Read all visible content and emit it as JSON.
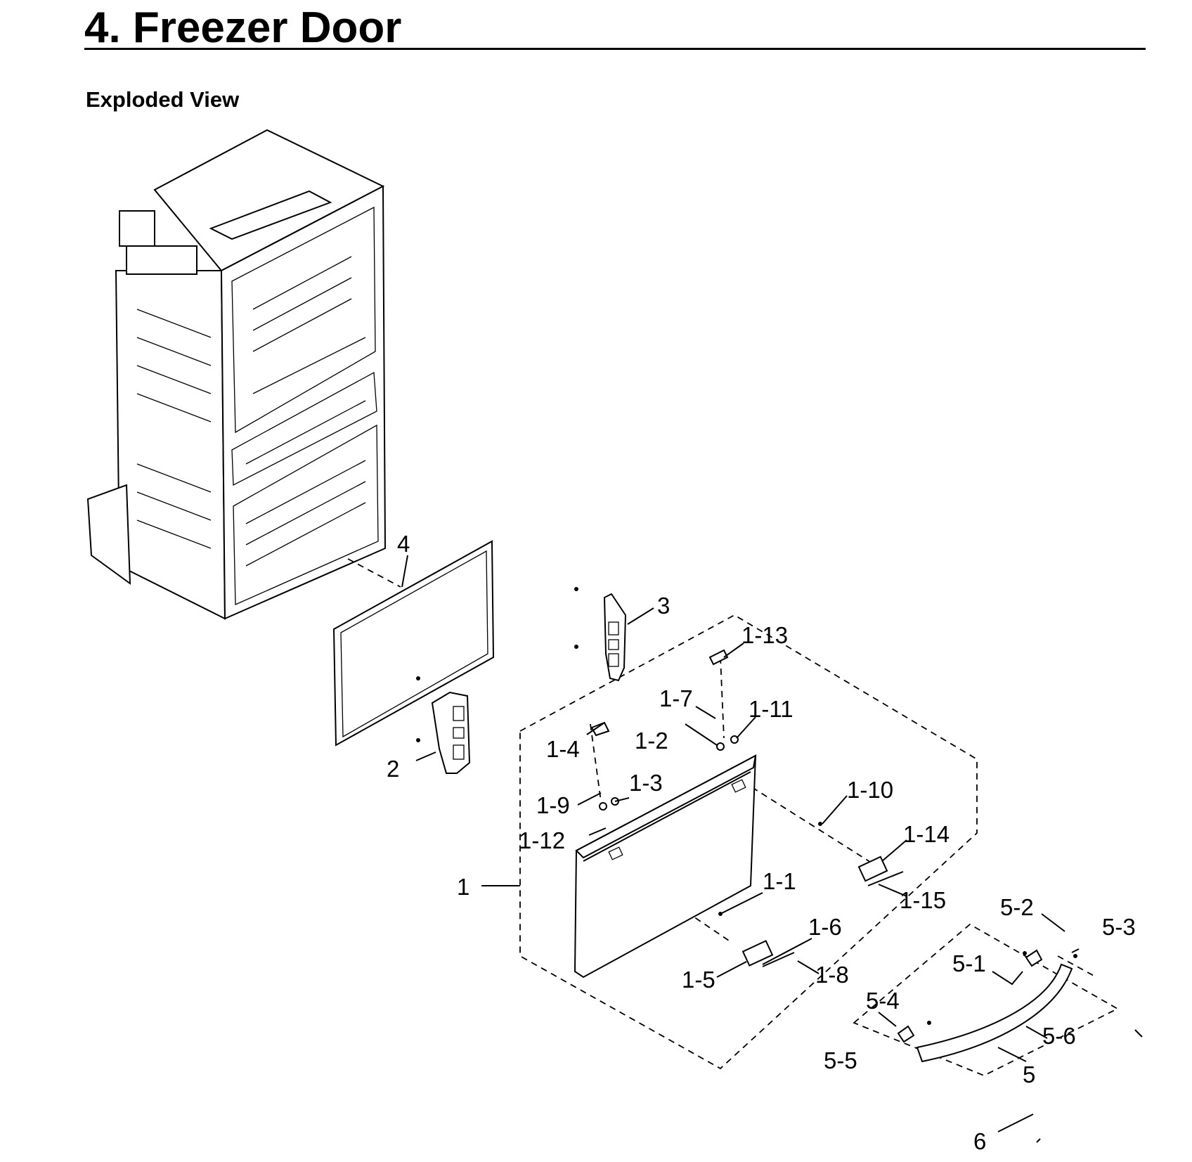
{
  "title": "4.  Freezer Door",
  "subtitle": "Exploded View",
  "callouts": {
    "c1": "1",
    "c1_1": "1-1",
    "c1_2": "1-2",
    "c1_3": "1-3",
    "c1_4": "1-4",
    "c1_5": "1-5",
    "c1_6": "1-6",
    "c1_7": "1-7",
    "c1_8": "1-8",
    "c1_9": "1-9",
    "c1_10": "1-10",
    "c1_11": "1-11",
    "c1_12": "1-12",
    "c1_13": "1-13",
    "c1_14": "1-14",
    "c1_15": "1-15",
    "c2": "2",
    "c3": "3",
    "c4": "4",
    "c5": "5",
    "c5_1": "5-1",
    "c5_2": "5-2",
    "c5_3": "5-3",
    "c5_4": "5-4",
    "c5_5": "5-5",
    "c5_6": "5-6",
    "c6": "6"
  }
}
